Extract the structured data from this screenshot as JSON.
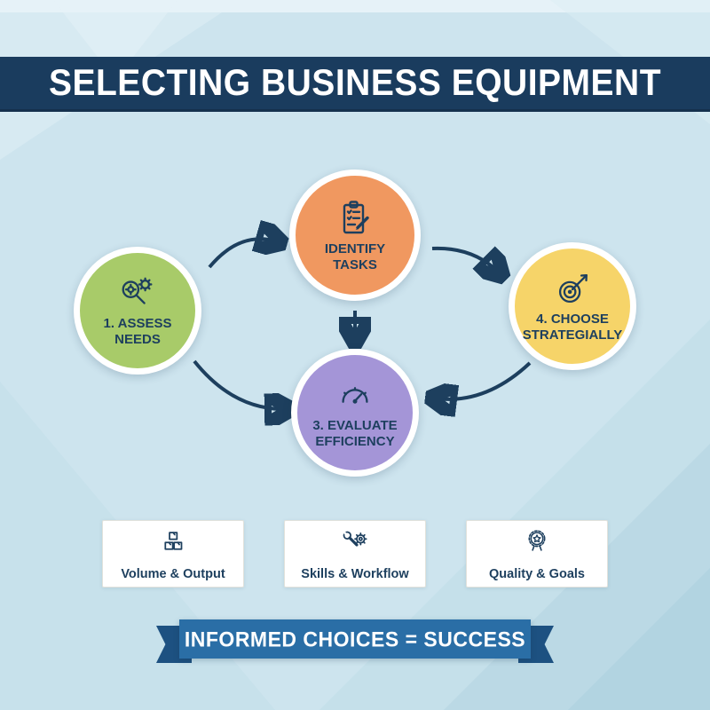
{
  "title": "SELECTING BUSINESS EQUIPMENT",
  "flow": {
    "steps": [
      {
        "label": "1. ASSESS NEEDS",
        "icon": "magnifier-gear-icon",
        "color": "#a8cb69"
      },
      {
        "label": "IDENTIFY TASKS",
        "icon": "clipboard-checklist-icon",
        "color": "#f09860"
      },
      {
        "label": "3. EVALUATE EFFICIENCY",
        "icon": "gauge-icon",
        "color": "#a495d7"
      },
      {
        "label": "4. CHOOSE STRATEGIALLY",
        "icon": "target-arrow-icon",
        "color": "#f6d469"
      }
    ]
  },
  "criteria_cards": [
    {
      "label": "Volume & Output",
      "icon": "stacked-boxes-icon"
    },
    {
      "label": "Skills & Workflow",
      "icon": "wrench-gear-icon"
    },
    {
      "label": "Quality & Goals",
      "icon": "award-medal-icon"
    }
  ],
  "footer_banner": {
    "label": "INFORMED CHOICES = SUCCESS"
  },
  "colors": {
    "background": "#cde4ee",
    "header_bg": "#1a3c5e",
    "title_text": "#ffffff",
    "arrow": "#1d3f5e",
    "step_text": "#1d3f5e",
    "card_bg": "#ffffff",
    "card_text": "#1d3f5e",
    "ribbon_main": "#2a6ea6",
    "ribbon_fold": "#1d5181"
  }
}
